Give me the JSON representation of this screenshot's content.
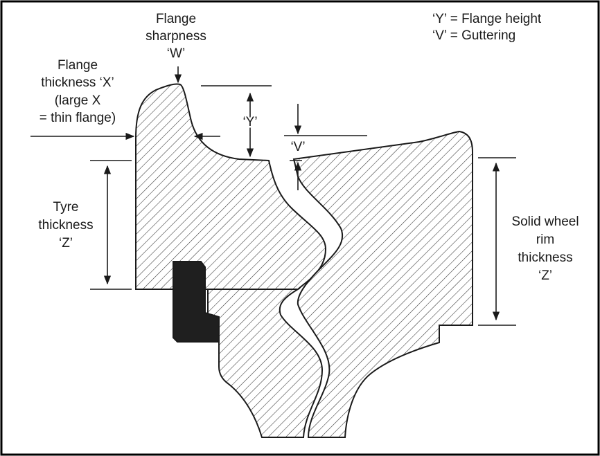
{
  "legend": {
    "y_def": "‘Y’ = Flange height",
    "v_def": "‘V’ = Guttering"
  },
  "labels": {
    "flange_sharpness": [
      "Flange",
      "sharpness",
      "‘W’"
    ],
    "flange_thickness": [
      "Flange",
      "thickness ‘X’",
      "(large X",
      "= thin flange)"
    ],
    "tyre_thickness": [
      "Tyre",
      "thickness",
      "‘Z’"
    ],
    "solid_rim_thickness": [
      "Solid wheel",
      "rim",
      "thickness",
      "‘Z’"
    ],
    "flange_height_tag": "‘Y’",
    "guttering_tag": "‘V’"
  },
  "colors": {
    "ink": "#1a1a1a",
    "fill": "#ffffff",
    "hatch": "#333333",
    "key_block": "#1f1f1f"
  }
}
